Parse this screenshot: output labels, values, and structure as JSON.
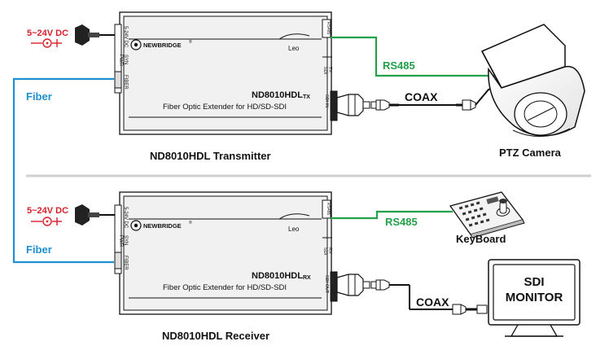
{
  "colors": {
    "fiber": "#1e8fd0",
    "rs485": "#23a04a",
    "power": "#d8202a",
    "line": "#111111",
    "device_fill": "#f1f1f1",
    "separator": "#cfcfcf"
  },
  "transmitter": {
    "brand": "NEWBRIDGE",
    "brand_mark": "®",
    "series": "Leo",
    "model": "ND8010HDL",
    "model_suffix": "TX",
    "description": "Fiber Optic Extender for HD/SD-SDI",
    "port_power": "5-24V DC",
    "port_syn": "SYN",
    "port_pwr": "PWR",
    "port_fiber": "FIBER",
    "port_rs485": "RS485",
    "port_sdi_rx": "SDI",
    "port_sdi_tx": "TX",
    "port_sdi": "SDI IN",
    "caption": "ND8010HDL Transmitter"
  },
  "receiver": {
    "brand": "NEWBRIDGE",
    "brand_mark": "®",
    "series": "Leo",
    "model": "ND8010HDL",
    "model_suffix": "RX",
    "description": "Fiber Optic Extender for HD/SD-SDI",
    "port_power": "5-24V DC",
    "port_syn": "SYN",
    "port_pwr": "PWR",
    "port_fiber": "FIBER",
    "port_rs485": "RS485",
    "port_sdi_rx": "SDI",
    "port_sdi_tx": "RX",
    "port_sdi": "SDI OUT",
    "caption": "ND8010HDL Receiver"
  },
  "labels": {
    "power_top": "5~24V DC",
    "power_bottom": "5~24V DC",
    "fiber_top": "Fiber",
    "fiber_bottom": "Fiber",
    "rs485_top": "RS485",
    "rs485_bottom": "RS485",
    "coax_top": "COAX",
    "coax_bottom": "COAX",
    "camera": "PTZ Camera",
    "keyboard": "KeyBoard",
    "monitor_line1": "SDI",
    "monitor_line2": "MONITOR"
  }
}
